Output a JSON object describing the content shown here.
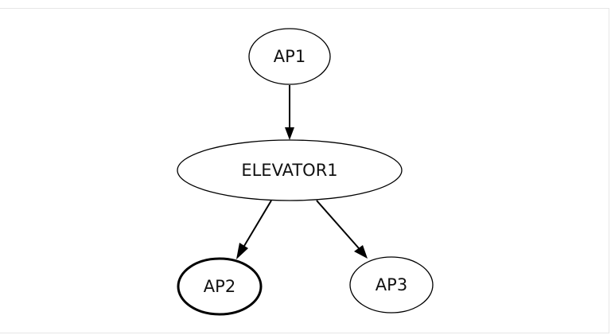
{
  "diagram": {
    "nodes": [
      {
        "id": "ap1",
        "label": "AP1",
        "bold": false
      },
      {
        "id": "elevator1",
        "label": "ELEVATOR1",
        "bold": false
      },
      {
        "id": "ap2",
        "label": "AP2",
        "bold": true
      },
      {
        "id": "ap3",
        "label": "AP3",
        "bold": false
      }
    ],
    "edges": [
      {
        "from": "ap1",
        "to": "elevator1"
      },
      {
        "from": "elevator1",
        "to": "ap2"
      },
      {
        "from": "elevator1",
        "to": "ap3"
      }
    ]
  }
}
